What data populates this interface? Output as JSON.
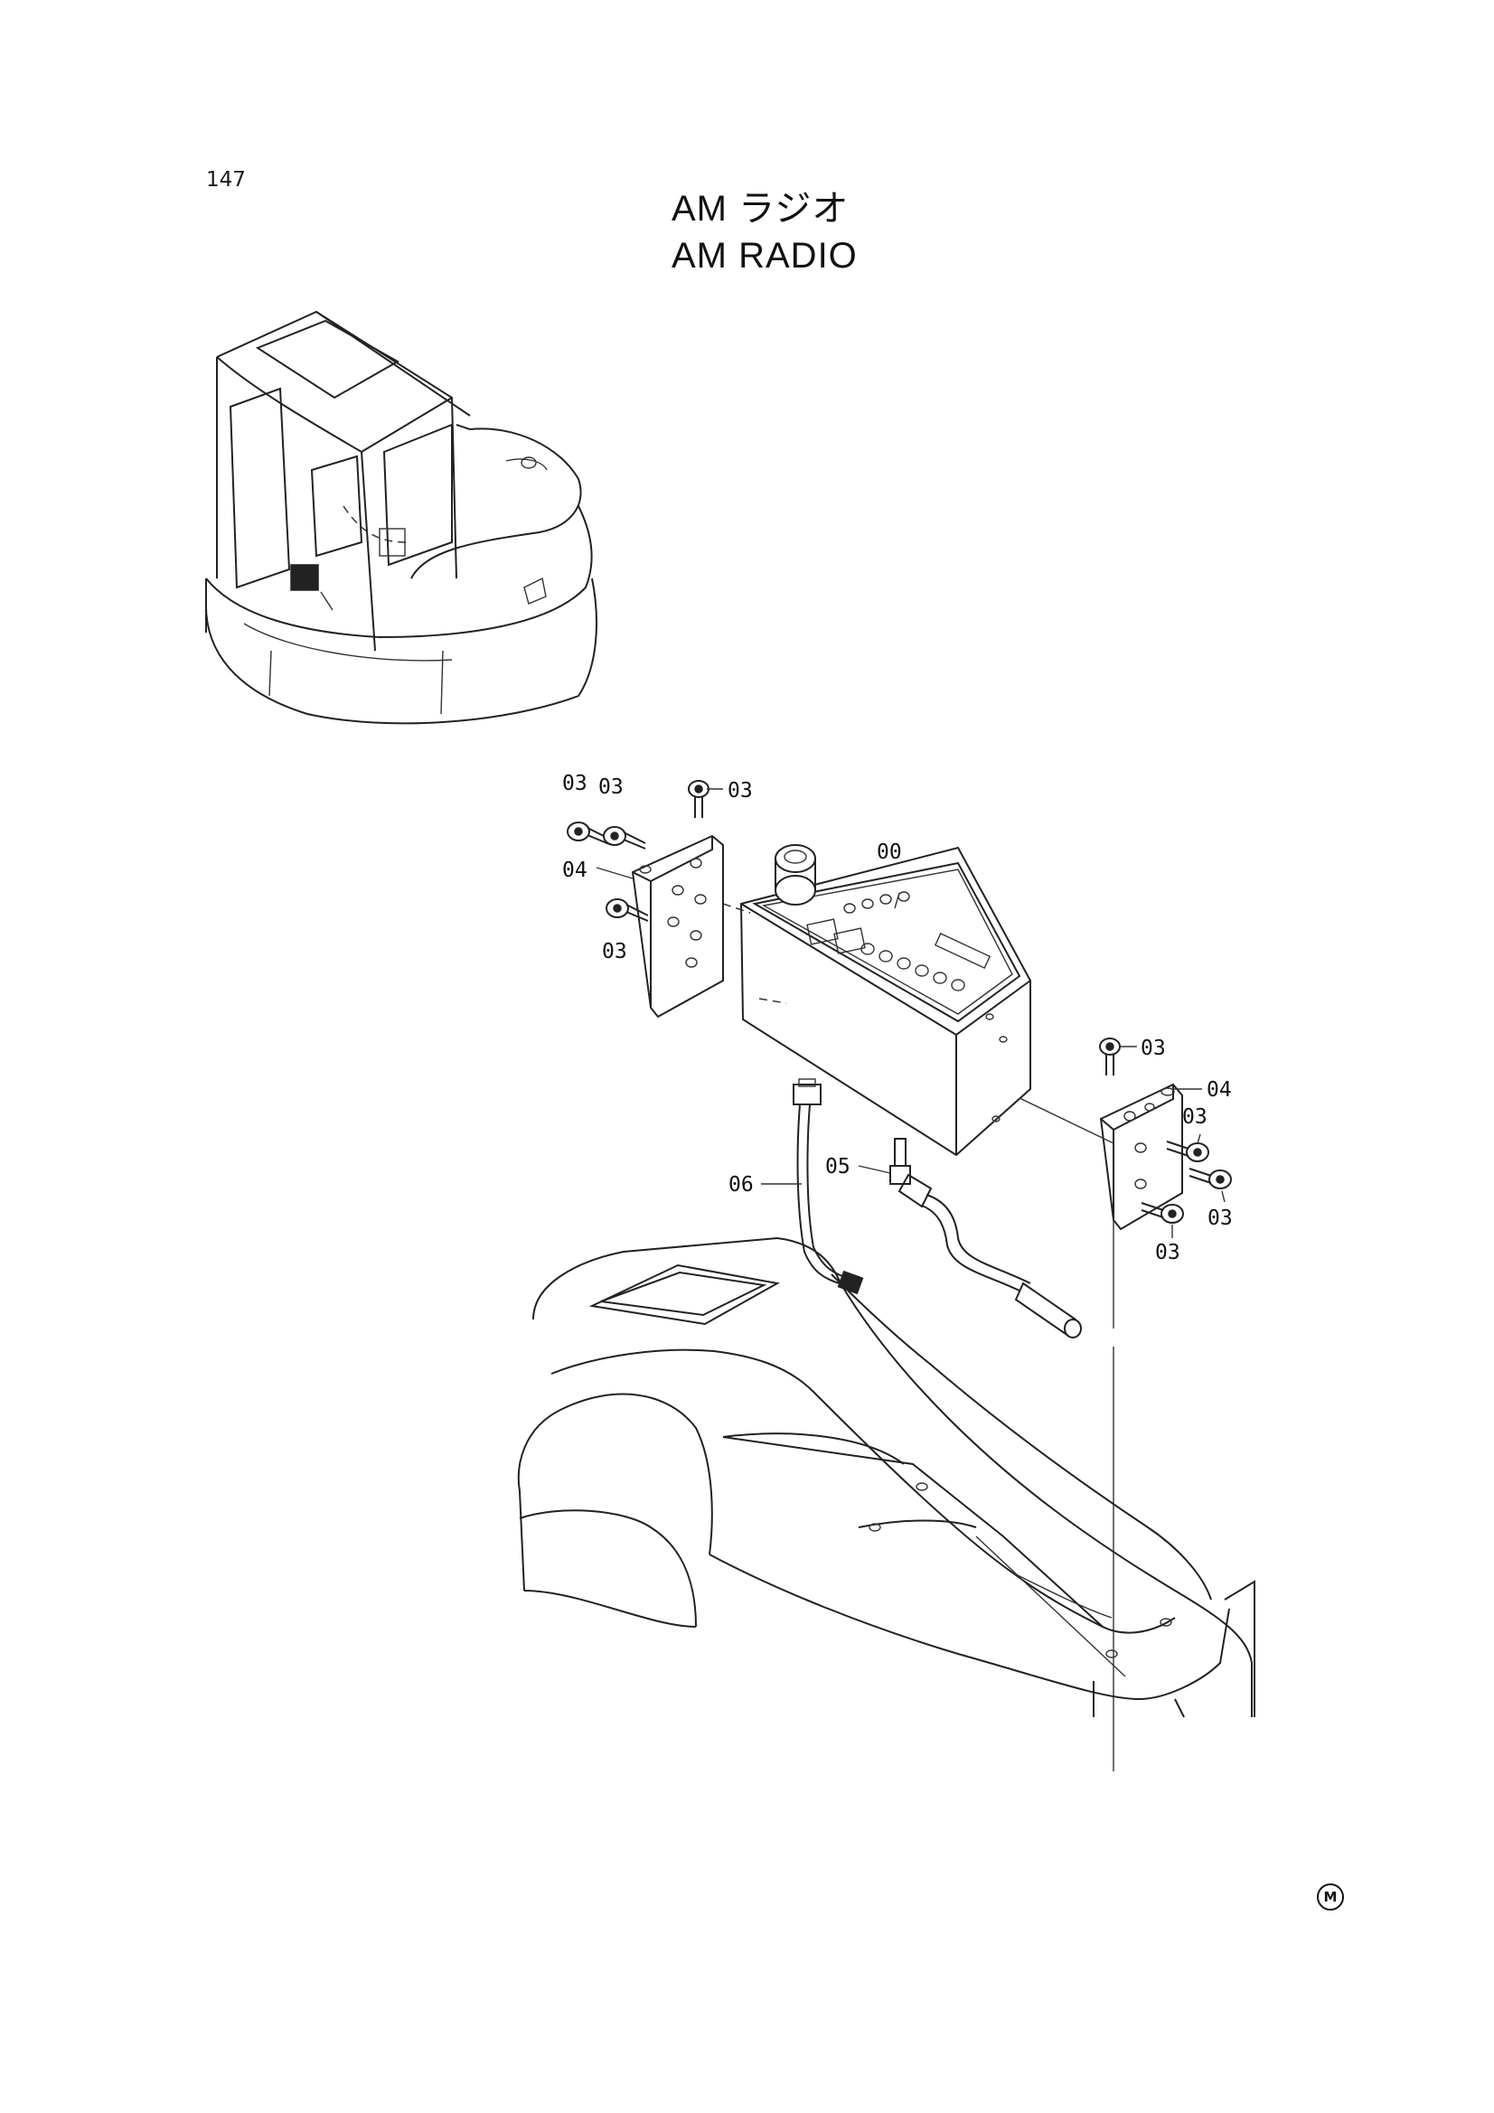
{
  "page_number": "147",
  "title": {
    "japanese": "AM ラジオ",
    "english": "AM RADIO"
  },
  "callouts": {
    "c1": "03",
    "c2": "03",
    "c3": "03",
    "c4": "04",
    "c5": "03",
    "c6": "00",
    "c7": "03",
    "c8": "04",
    "c9": "03",
    "c10": "06",
    "c11": "05",
    "c12": "03",
    "c13": "03"
  },
  "corner_mark": "M"
}
